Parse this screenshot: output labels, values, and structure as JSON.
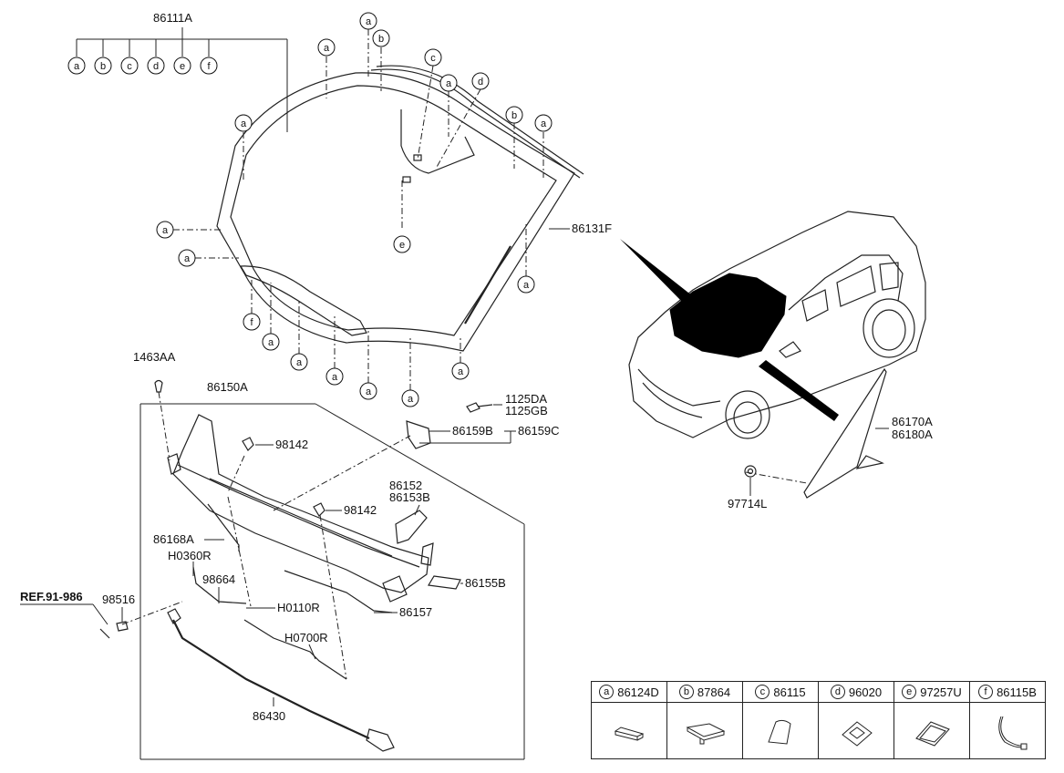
{
  "parts": {
    "glass_set": "86111A",
    "windshield_moulding": "86131F",
    "cowl_refs": "86150A",
    "clip_1463": "1463AA",
    "bolt_a": "1125DA",
    "bolt_b": "1125GB",
    "bracket_b": "86159B",
    "bracket_c": "86159C",
    "nut_98142": "98142",
    "cowl_side_a": "86152",
    "cowl_side_b": "86153B",
    "hose_86168": "86168A",
    "hose_h0360": "H0360R",
    "connector_98664": "98664",
    "hose_h0110": "H0110R",
    "pad_86155": "86155B",
    "clip_86157": "86157",
    "hose_h0700": "H0700R",
    "ref_label": "REF.91-986",
    "nozzle_98516": "98516",
    "harness_86430": "86430",
    "garnish_a": "86170A",
    "garnish_b": "86180A",
    "grommet": "97714L"
  },
  "callout_letters": [
    "a",
    "b",
    "c",
    "d",
    "e",
    "f"
  ],
  "legend": [
    {
      "letter": "a",
      "part": "86124D",
      "icon": "rubber-strip-icon"
    },
    {
      "letter": "b",
      "part": "87864",
      "icon": "mirror-bracket-icon"
    },
    {
      "letter": "c",
      "part": "86115",
      "icon": "sensor-pad-icon"
    },
    {
      "letter": "d",
      "part": "96020",
      "icon": "rain-sensor-icon"
    },
    {
      "letter": "e",
      "part": "97257U",
      "icon": "gel-pad-icon"
    },
    {
      "letter": "f",
      "part": "86115B",
      "icon": "heater-wire-icon"
    }
  ]
}
